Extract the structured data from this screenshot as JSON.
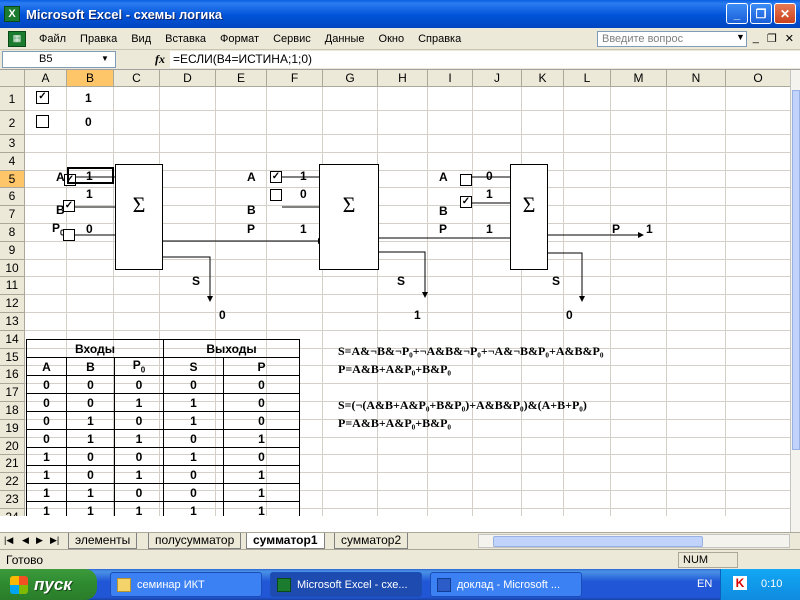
{
  "window": {
    "title": "Microsoft Excel - схемы логика",
    "app_icon": "X"
  },
  "menu": {
    "items": [
      "Файл",
      "Правка",
      "Вид",
      "Вставка",
      "Формат",
      "Сервис",
      "Данные",
      "Окно",
      "Справка"
    ],
    "help_placeholder": "Введите вопрос"
  },
  "formula_bar": {
    "name_box": "B5",
    "fx": "fx",
    "formula": "=ЕСЛИ(B4=ИСТИНА;1;0)"
  },
  "columns": [
    "A",
    "B",
    "C",
    "D",
    "E",
    "F",
    "G",
    "H",
    "I",
    "J",
    "K",
    "L",
    "M",
    "N",
    "O"
  ],
  "rows": [
    "1",
    "2",
    "3",
    "4",
    "5",
    "6",
    "7",
    "8",
    "9",
    "10",
    "11",
    "12",
    "13",
    "14",
    "15",
    "16",
    "17",
    "18",
    "19",
    "20",
    "21",
    "22",
    "23",
    "24"
  ],
  "cells": {
    "b1": "1",
    "b2": "0",
    "c1_checked": "✓",
    "c2_checked": "",
    "s1": {
      "A": "A",
      "B": "B",
      "P": "P",
      "P_sub": "0",
      "v1": "1",
      "v2": "1",
      "v3": "0",
      "S": "S",
      "out_s": "0",
      "sigma": "Σ",
      "a_check": "✓",
      "b_check": "✓",
      "p_check": ""
    },
    "s2": {
      "A": "A",
      "B": "B",
      "P": "P",
      "v1": "1",
      "v2": "0",
      "v3": "1",
      "S": "S",
      "out_s": "1",
      "sigma": "Σ",
      "a_check": "✓",
      "b_check": ""
    },
    "s3": {
      "A": "A",
      "B": "B",
      "P": "P",
      "v1": "0",
      "v2": "1",
      "v3": "1",
      "S": "S",
      "out_s": "0",
      "out_p_label": "P",
      "out_p": "1",
      "sigma": "Σ",
      "a_check": "",
      "b_check": "✓"
    }
  },
  "truth_table": {
    "group_inputs": "Входы",
    "group_outputs": "Выходы",
    "headers": [
      "A",
      "B",
      "P",
      "S",
      "P"
    ],
    "p_sub": "0",
    "rows": [
      [
        "0",
        "0",
        "0",
        "0",
        "0"
      ],
      [
        "0",
        "0",
        "1",
        "1",
        "0"
      ],
      [
        "0",
        "1",
        "0",
        "1",
        "0"
      ],
      [
        "0",
        "1",
        "1",
        "0",
        "1"
      ],
      [
        "1",
        "0",
        "0",
        "1",
        "0"
      ],
      [
        "1",
        "0",
        "1",
        "0",
        "1"
      ],
      [
        "1",
        "1",
        "0",
        "0",
        "1"
      ],
      [
        "1",
        "1",
        "1",
        "1",
        "1"
      ]
    ]
  },
  "formulas": {
    "f1": "S=A&¬B&¬P₀+¬A&B&¬P₀+¬A&¬B&P₀+A&B&P₀",
    "f2": "P=A&B+A&P₀+B&P₀",
    "f3": "S=(¬(A&B+A&P₀+B&P₀)+A&B&P₀)&(A+B+P₀)",
    "f4": "P=A&B+A&P₀+B&P₀"
  },
  "sheet_tabs": [
    "элементы",
    "полусумматор",
    "сумматор1",
    "сумматор2"
  ],
  "status": {
    "text": "Готово",
    "num": "NUM"
  },
  "taskbar": {
    "start": "пуск",
    "tasks": [
      "семинар ИКТ",
      "Microsoft Excel - схе...",
      "доклад - Microsoft ..."
    ],
    "lang": "EN",
    "time": "0:10"
  },
  "colors": {
    "title_blue": "#0053d8",
    "selected_header": "#ffc669",
    "start_green": "#2f8a2f"
  }
}
